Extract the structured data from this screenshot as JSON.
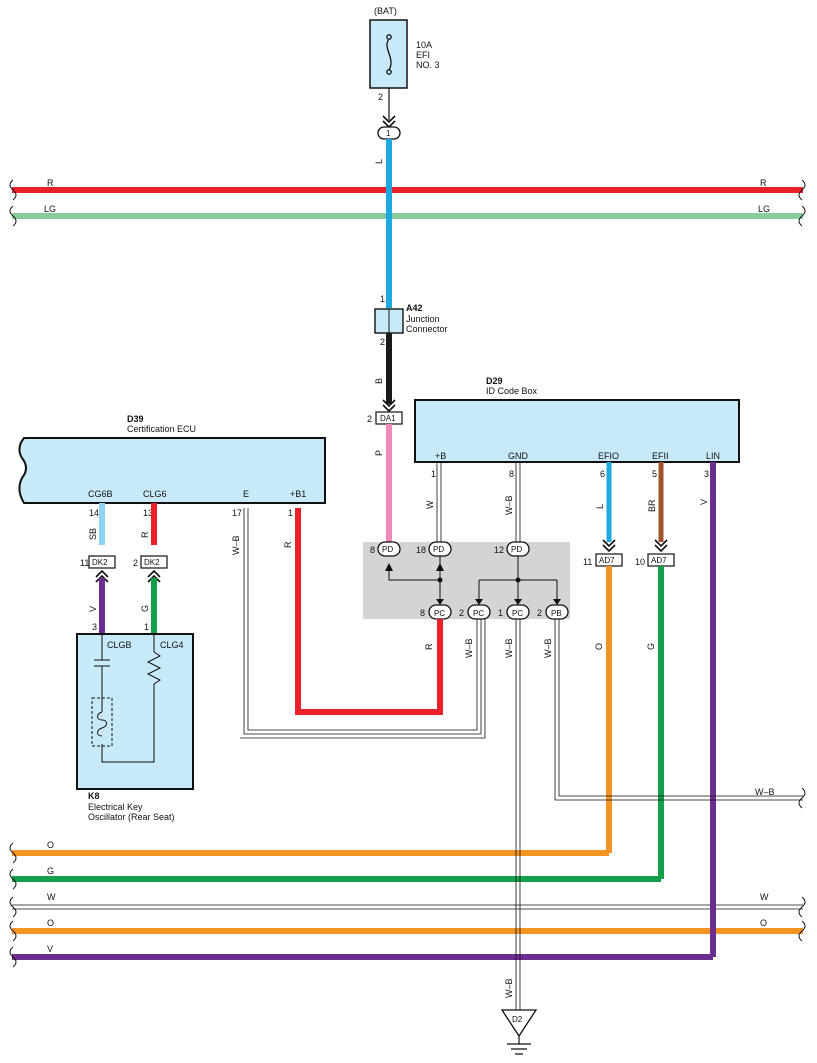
{
  "bat": {
    "label": "(BAT)",
    "fuse_amp": "10A",
    "fuse_name_1": "EFI",
    "fuse_name_2": "NO. 3",
    "pin": "2",
    "conn1": "1"
  },
  "bus": {
    "r_left": "R",
    "r_right": "R",
    "lg_left": "LG",
    "lg_right": "LG",
    "o1_left": "O",
    "g_left": "G",
    "w_left": "W",
    "w_right": "W",
    "o2_left": "O",
    "o2_right": "O",
    "v_left": "V",
    "wb_right": "W–B"
  },
  "a42": {
    "code": "A42",
    "name_1": "Junction",
    "name_2": "Connector",
    "pin_top": "1",
    "pin_bot": "2",
    "wire_top": "L",
    "wire_bot": "B"
  },
  "da1": {
    "pin": "2",
    "code": "DA1",
    "wire": "P"
  },
  "d29": {
    "code": "D29",
    "name": "ID Code Box",
    "pins": [
      {
        "label": "+B",
        "num": "1",
        "wire": "W"
      },
      {
        "label": "GND",
        "num": "8",
        "wire": "W–B"
      },
      {
        "label": "EFIO",
        "num": "6",
        "wire": "L"
      },
      {
        "label": "EFII",
        "num": "5",
        "wire": "BR"
      },
      {
        "label": "LIN",
        "num": "3",
        "wire": "V"
      }
    ]
  },
  "d39": {
    "code": "D39",
    "name": "Certification ECU",
    "pins": [
      {
        "label": "CG6B",
        "num": "14",
        "wire": "SB"
      },
      {
        "label": "CLG6",
        "num": "13",
        "wire": "R"
      },
      {
        "label": "E",
        "num": "17",
        "wire": "W–B"
      },
      {
        "label": "+B1",
        "num": "1",
        "wire": "R"
      }
    ]
  },
  "dk2": [
    {
      "pin": "11",
      "code": "DK2",
      "wire": "V"
    },
    {
      "pin": "2",
      "code": "DK2",
      "wire": "G"
    }
  ],
  "k8": {
    "code": "K8",
    "name_1": "Electrical Key",
    "name_2": "Oscillator (Rear Seat)",
    "pin_a": "3",
    "pin_b": "1",
    "label_a": "CLGB",
    "label_b": "CLG4"
  },
  "pd": [
    {
      "pin": "8",
      "code": "PD"
    },
    {
      "pin": "18",
      "code": "PD"
    },
    {
      "pin": "12",
      "code": "PD"
    }
  ],
  "pc": [
    {
      "pin": "8",
      "code": "PC",
      "wire": "R"
    },
    {
      "pin": "2",
      "code": "PC",
      "wire": "W–B"
    },
    {
      "pin": "1",
      "code": "PC",
      "wire": "W–B"
    },
    {
      "pin": "2",
      "code": "PB",
      "wire": "W–B"
    }
  ],
  "ad7": [
    {
      "pin": "11",
      "code": "AD7",
      "wire": "O"
    },
    {
      "pin": "10",
      "code": "AD7",
      "wire": "G"
    }
  ],
  "ground": {
    "code": "D2",
    "wire": "W–B"
  },
  "colors": {
    "red": "#e8202a",
    "lg": "#86cc9c",
    "blue": "#1ea8e0",
    "black": "#1a1a1a",
    "pink": "#ef8bbb",
    "lightblue": "#8fd2f2",
    "orange": "#f39422",
    "green": "#12a04a",
    "brown": "#a0522d",
    "violet": "#6c2d91",
    "box": "#c8eaf8",
    "splice": "#d4d4d4"
  }
}
